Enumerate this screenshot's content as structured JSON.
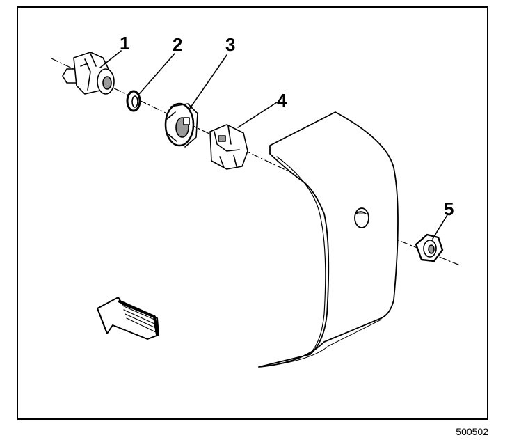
{
  "figure": {
    "figure_number": "500502",
    "callouts": [
      {
        "id": "1",
        "label": "1"
      },
      {
        "id": "2",
        "label": "2"
      },
      {
        "id": "3",
        "label": "3"
      },
      {
        "id": "4",
        "label": "4"
      },
      {
        "id": "5",
        "label": "5"
      }
    ]
  },
  "colors": {
    "ink": "#000000",
    "paper": "#ffffff",
    "shade": "#9a9a9a"
  },
  "icons": {
    "direction_arrow": "arrow-up-left-icon"
  }
}
